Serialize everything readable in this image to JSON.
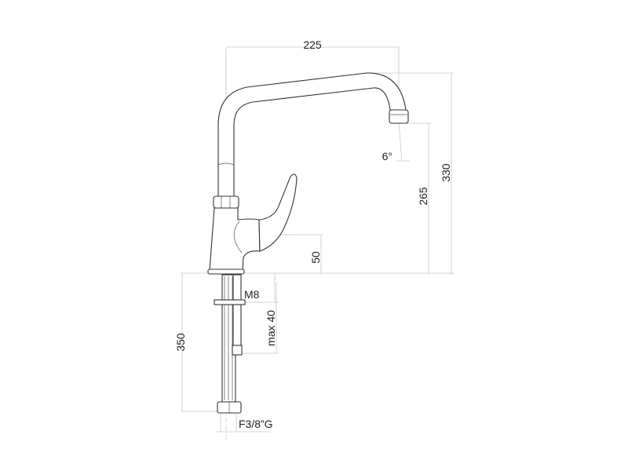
{
  "drawing": {
    "title": "Single-lever mixer tap dimensional drawing",
    "dimensions": {
      "spout_reach": "225",
      "spout_angle": "6°",
      "overall_height": "330",
      "outlet_height": "265",
      "lever_axis_height": "50",
      "stud_thread": "M8",
      "max_deck_thickness": "max 40",
      "hose_length": "350",
      "hose_connection": "F3/8”G"
    }
  }
}
